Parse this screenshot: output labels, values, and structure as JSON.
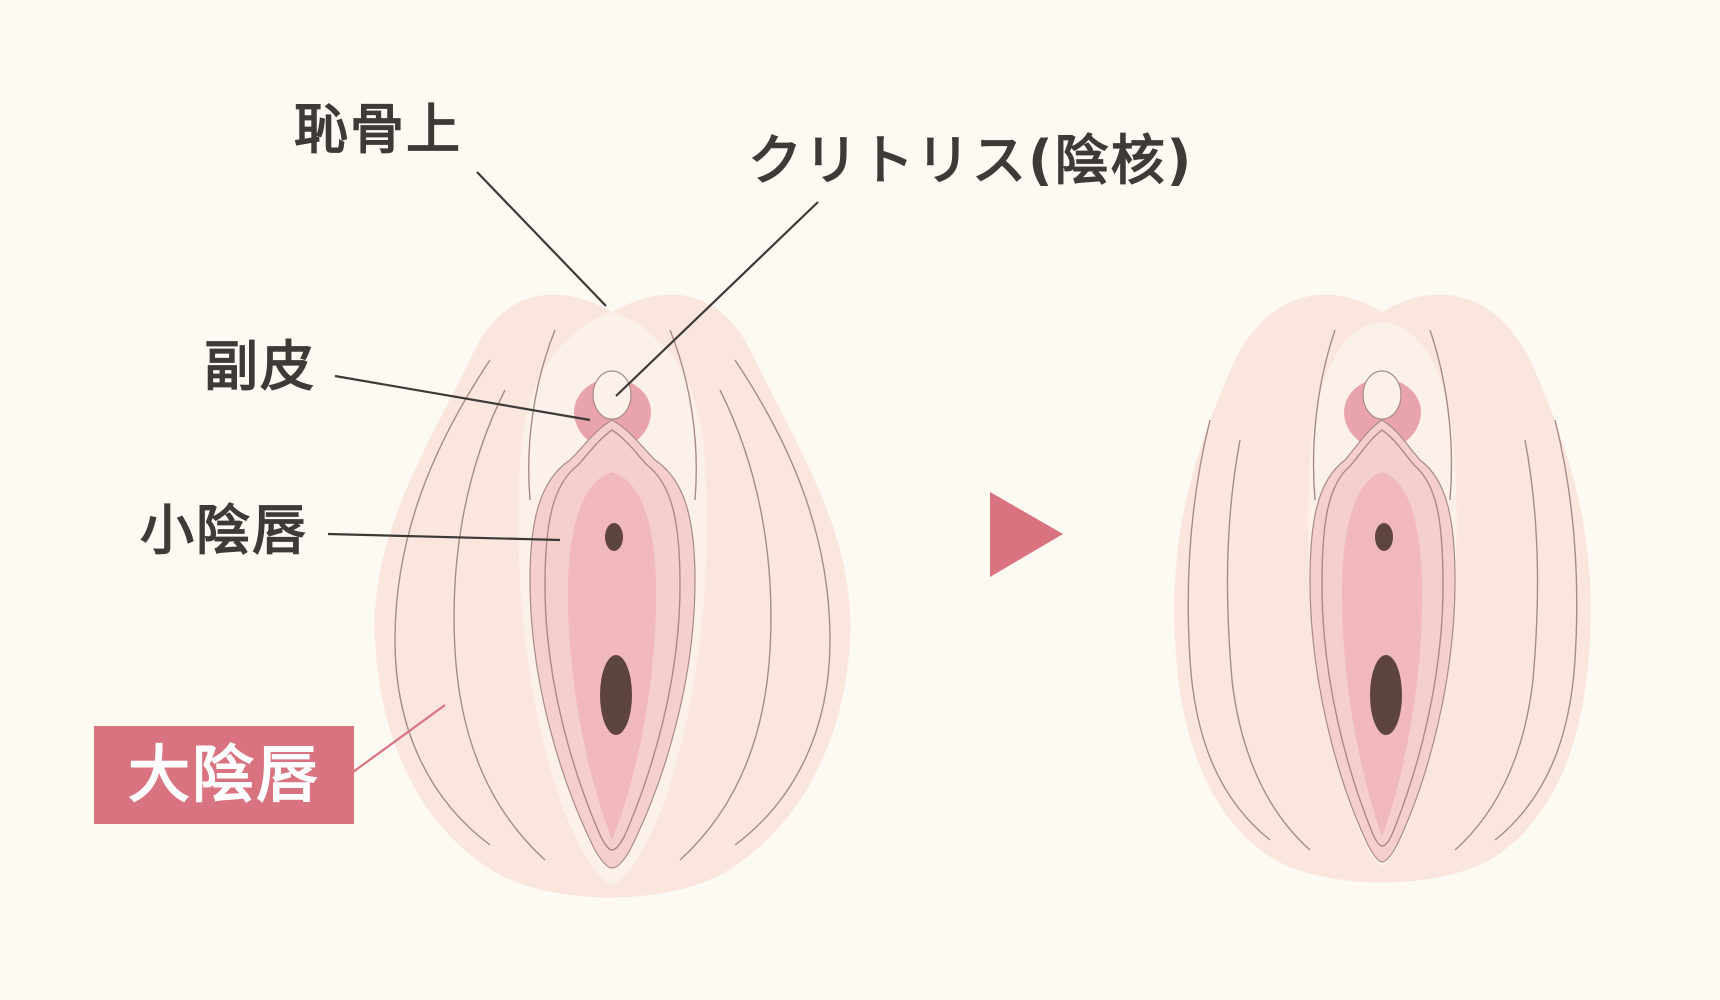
{
  "labels": {
    "pubis": "恥骨上",
    "clitoris": "クリトリス(陰核)",
    "hood": "副皮",
    "labia_minora": "小陰唇",
    "labia_majora": "大陰唇"
  },
  "colors": {
    "background": "#fdf9f3",
    "accent": "#d9737f",
    "skin_outer": "#fbe6df",
    "skin_mid": "#fcf0ea",
    "labia_minora": "#f5cfcd",
    "inner": "#f2b8c0",
    "hood": "#e9a3ad",
    "dark": "#5e4440",
    "leader_line": "#3d3a38"
  },
  "arrow": {
    "direction": "right",
    "icon": "play-triangle-icon"
  }
}
